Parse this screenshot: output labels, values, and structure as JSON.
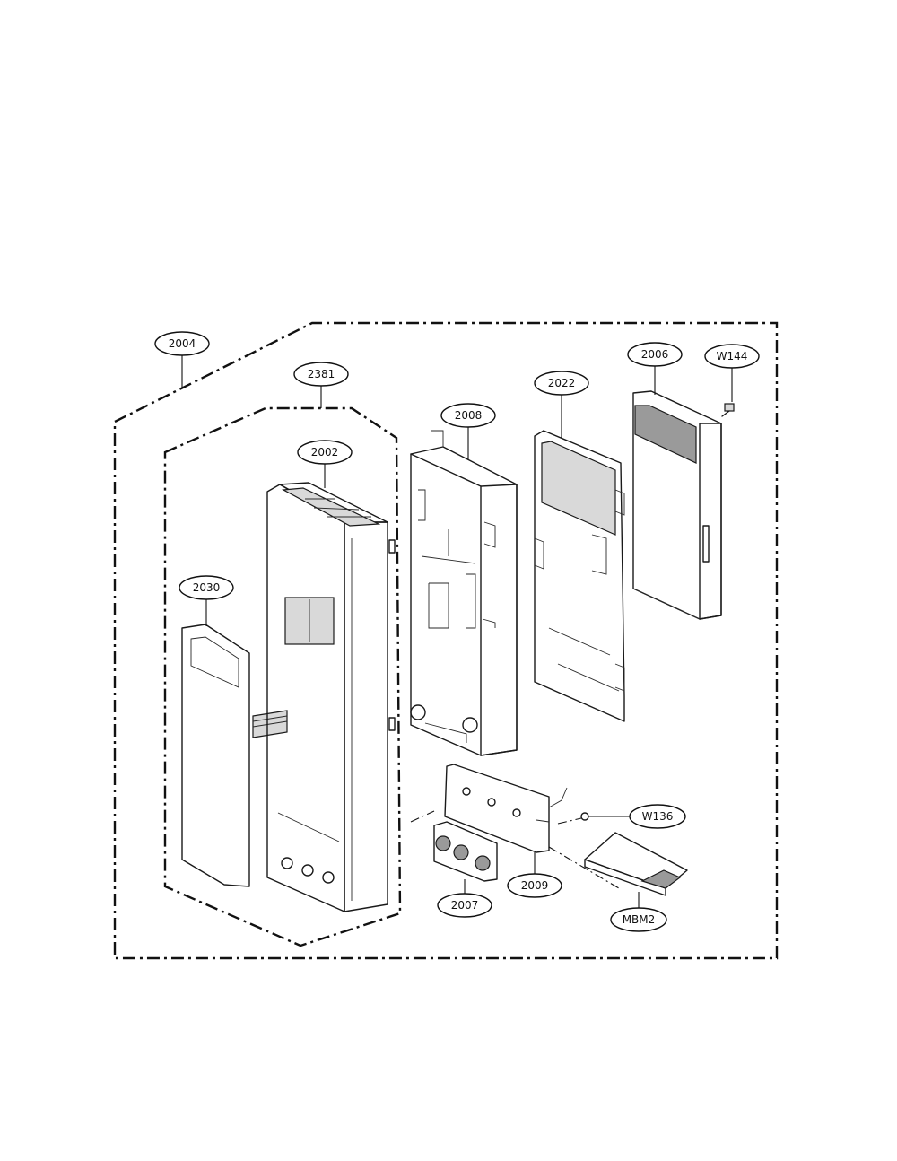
{
  "diagram": {
    "callouts": [
      {
        "id": "c2004",
        "label": "2004"
      },
      {
        "id": "c2381",
        "label": "2381"
      },
      {
        "id": "c2002",
        "label": "2002"
      },
      {
        "id": "c2030",
        "label": "2030"
      },
      {
        "id": "c2008",
        "label": "2008"
      },
      {
        "id": "c2022",
        "label": "2022"
      },
      {
        "id": "c2006",
        "label": "2006"
      },
      {
        "id": "cW144",
        "label": "W144"
      },
      {
        "id": "cW136",
        "label": "W136"
      },
      {
        "id": "c2007",
        "label": "2007"
      },
      {
        "id": "c2009",
        "label": "2009"
      },
      {
        "id": "cMBM2",
        "label": "MBM2"
      }
    ]
  }
}
